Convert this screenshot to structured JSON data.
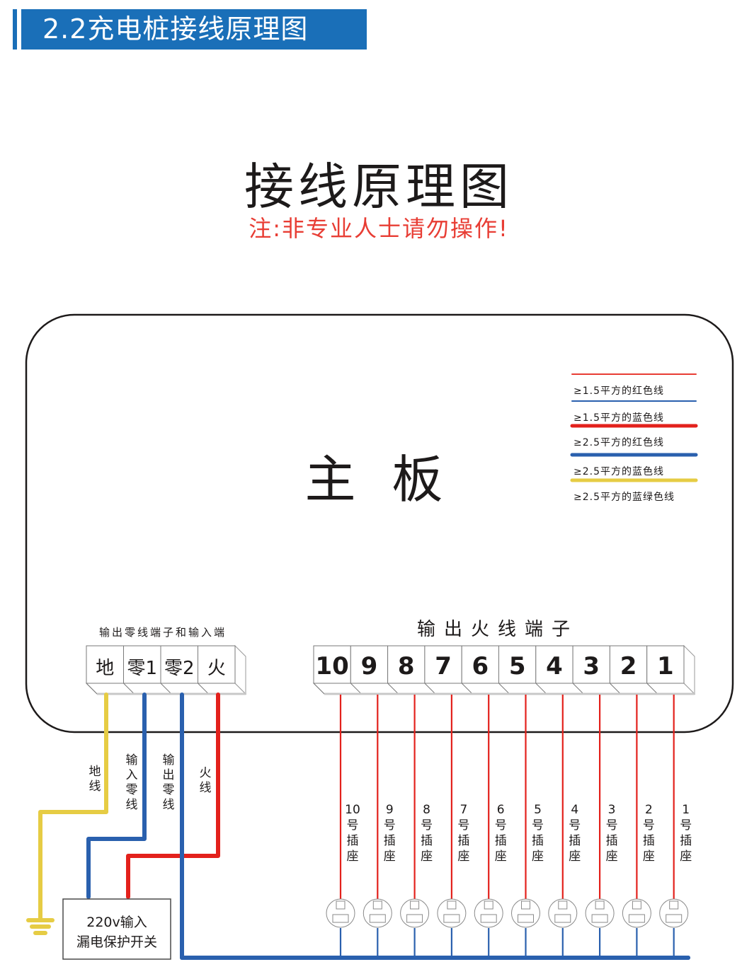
{
  "header": {
    "title": "2.2充电桩接线原理图",
    "color": "#1a6fb8"
  },
  "title": "接线原理图",
  "warning": "注:非专业人士请勿操作!",
  "main_board": {
    "label": "主 板"
  },
  "legend": [
    {
      "label": "≥1.5平方的红色线",
      "color": "#e83d34",
      "width": 2
    },
    {
      "label": "≥1.5平方的蓝色线",
      "color": "#2a60ae",
      "width": 2
    },
    {
      "label": "≥2.5平方的红色线",
      "color": "#e3211c",
      "width": 5
    },
    {
      "label": "≥2.5平方的蓝色线",
      "color": "#2a60ae",
      "width": 5
    },
    {
      "label": "≥2.5平方的蓝绿色线",
      "color": "#e6cc44",
      "width": 5
    }
  ],
  "input_block": {
    "caption": "输出零线端子和输入端",
    "terminals": [
      "地",
      "零1",
      "零2",
      "火"
    ]
  },
  "output_block": {
    "caption": "输出火线端子",
    "terminals": [
      "10",
      "9",
      "8",
      "7",
      "6",
      "5",
      "4",
      "3",
      "2",
      "1"
    ]
  },
  "wire_labels": {
    "ground": "地线",
    "input_neutral": "输入零线",
    "output_neutral": "输出零线",
    "live": "火线"
  },
  "sockets": [
    {
      "num": "10",
      "label": "号插座"
    },
    {
      "num": "9",
      "label": "号插座"
    },
    {
      "num": "8",
      "label": "号插座"
    },
    {
      "num": "7",
      "label": "号插座"
    },
    {
      "num": "6",
      "label": "号插座"
    },
    {
      "num": "5",
      "label": "号插座"
    },
    {
      "num": "4",
      "label": "号插座"
    },
    {
      "num": "3",
      "label": "号插座"
    },
    {
      "num": "2",
      "label": "号插座"
    },
    {
      "num": "1",
      "label": "号插座"
    }
  ],
  "breaker": {
    "line1": "220v输入",
    "line2": "漏电保护开关"
  },
  "colors": {
    "red": "#e3211c",
    "blue": "#2a60ae",
    "yellow": "#e6cc44",
    "outline": "#1d1a1a"
  }
}
